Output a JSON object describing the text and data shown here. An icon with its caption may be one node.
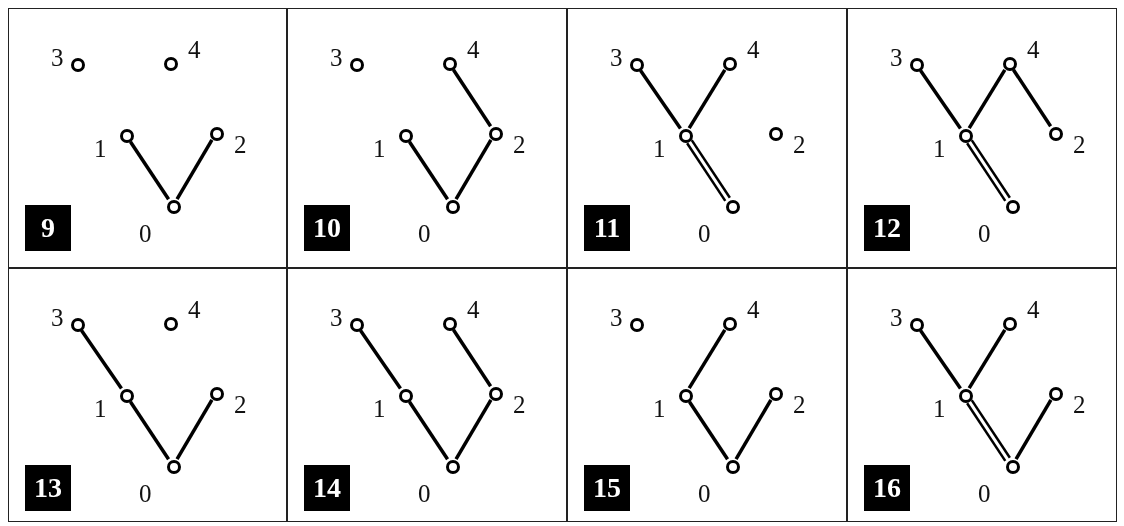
{
  "diagram": {
    "nodes": [
      {
        "text": [
          "9"
        ]
      },
      {
        "text": [],
        "shape": "circle",
        "beside": [
          "3"
        ],
        "in": 0
      },
      {
        "text": [],
        "shape": "circle",
        "beside": [
          "4"
        ],
        "in": 0
      },
      {
        "text": [],
        "shape": "circle",
        "beside": [
          "1"
        ],
        "in": 0
      },
      {
        "text": [],
        "shape": "circle",
        "beside": [
          "2"
        ],
        "in": 0
      },
      {
        "text": [],
        "shape": "circle",
        "beside": [
          "0"
        ],
        "in": 0
      },
      {
        "text": [
          "10"
        ]
      },
      {
        "text": [],
        "shape": "circle",
        "beside": [
          "3"
        ],
        "in": 6
      },
      {
        "text": [],
        "shape": "circle",
        "beside": [
          "4"
        ],
        "in": 6
      },
      {
        "text": [],
        "shape": "circle",
        "beside": [
          "1"
        ],
        "in": 6
      },
      {
        "text": [],
        "shape": "circle",
        "beside": [
          "2"
        ],
        "in": 6
      },
      {
        "text": [],
        "shape": "circle",
        "beside": [
          "0"
        ],
        "in": 6
      },
      {
        "text": [
          "11"
        ]
      },
      {
        "text": [],
        "shape": "circle",
        "beside": [
          "3"
        ],
        "in": 12
      },
      {
        "text": [],
        "shape": "circle",
        "beside": [
          "4"
        ],
        "in": 12
      },
      {
        "text": [],
        "shape": "circle",
        "beside": [
          "1"
        ],
        "in": 12
      },
      {
        "text": [],
        "shape": "circle",
        "beside": [
          "2"
        ],
        "in": 12
      },
      {
        "text": [],
        "shape": "circle",
        "beside": [
          "0"
        ],
        "in": 12
      },
      {
        "text": [
          "12"
        ]
      },
      {
        "text": [],
        "shape": "circle",
        "beside": [
          "3"
        ],
        "in": 18
      },
      {
        "text": [],
        "shape": "circle",
        "beside": [
          "4"
        ],
        "in": 18
      },
      {
        "text": [],
        "shape": "circle",
        "beside": [
          "1"
        ],
        "in": 18
      },
      {
        "text": [],
        "shape": "circle",
        "beside": [
          "2"
        ],
        "in": 18
      },
      {
        "text": [],
        "shape": "circle",
        "beside": [
          "0"
        ],
        "in": 18
      },
      {
        "text": [
          "13"
        ]
      },
      {
        "text": [],
        "shape": "circle",
        "beside": [
          "3"
        ],
        "in": 24
      },
      {
        "text": [],
        "shape": "circle",
        "beside": [
          "4"
        ],
        "in": 24
      },
      {
        "text": [],
        "shape": "circle",
        "beside": [
          "1"
        ],
        "in": 24
      },
      {
        "text": [],
        "shape": "circle",
        "beside": [
          "2"
        ],
        "in": 24
      },
      {
        "text": [],
        "shape": "circle",
        "beside": [
          "0"
        ],
        "in": 24
      },
      {
        "text": [
          "14"
        ]
      },
      {
        "text": [],
        "shape": "circle",
        "beside": [
          "3"
        ],
        "in": 30
      },
      {
        "text": [],
        "shape": "circle",
        "beside": [
          "4"
        ],
        "in": 30
      },
      {
        "text": [],
        "shape": "circle",
        "beside": [
          "1"
        ],
        "in": 30
      },
      {
        "text": [],
        "shape": "circle",
        "beside": [
          "2"
        ],
        "in": 30
      },
      {
        "text": [],
        "shape": "circle",
        "beside": [
          "0"
        ],
        "in": 30
      },
      {
        "text": [
          "15"
        ]
      },
      {
        "text": [],
        "shape": "circle",
        "beside": [
          "3"
        ],
        "in": 36
      },
      {
        "text": [],
        "shape": "circle",
        "beside": [
          "4"
        ],
        "in": 36
      },
      {
        "text": [],
        "shape": "circle",
        "beside": [
          "1"
        ],
        "in": 36
      },
      {
        "text": [],
        "shape": "circle",
        "beside": [
          "2"
        ],
        "in": 36
      },
      {
        "text": [],
        "shape": "circle",
        "beside": [
          "0"
        ],
        "in": 36
      },
      {
        "text": [
          "16"
        ]
      },
      {
        "text": [],
        "shape": "circle",
        "beside": [
          "3"
        ],
        "in": 42
      },
      {
        "text": [],
        "shape": "circle",
        "beside": [
          "4"
        ],
        "in": 42
      },
      {
        "text": [],
        "shape": "circle",
        "beside": [
          "1"
        ],
        "in": 42
      },
      {
        "text": [],
        "shape": "circle",
        "beside": [
          "2"
        ],
        "in": 42
      },
      {
        "text": [],
        "shape": "circle",
        "beside": [
          "0"
        ],
        "in": 42
      }
    ],
    "edges": [
      {
        "from": 3,
        "to": 5,
        "arrow": "none"
      },
      {
        "from": 5,
        "to": 4,
        "arrow": "none"
      },
      {
        "from": 9,
        "to": 11,
        "arrow": "none"
      },
      {
        "from": 11,
        "to": 10,
        "arrow": "none"
      },
      {
        "from": 10,
        "to": 8,
        "arrow": "none"
      },
      {
        "from": 13,
        "to": 15,
        "arrow": "none"
      },
      {
        "from": 15,
        "to": 14,
        "arrow": "none"
      },
      {
        "from": 15,
        "to": 17,
        "arrow": "none"
      },
      {
        "from": 15,
        "to": 17,
        "arrow": "none"
      },
      {
        "from": 19,
        "to": 21,
        "arrow": "none"
      },
      {
        "from": 21,
        "to": 20,
        "arrow": "none"
      },
      {
        "from": 20,
        "to": 22,
        "arrow": "none"
      },
      {
        "from": 21,
        "to": 23,
        "arrow": "none"
      },
      {
        "from": 21,
        "to": 23,
        "arrow": "none"
      },
      {
        "from": 25,
        "to": 27,
        "arrow": "none"
      },
      {
        "from": 27,
        "to": 29,
        "arrow": "none"
      },
      {
        "from": 29,
        "to": 28,
        "arrow": "none"
      },
      {
        "from": 31,
        "to": 33,
        "arrow": "none"
      },
      {
        "from": 33,
        "to": 35,
        "arrow": "none"
      },
      {
        "from": 35,
        "to": 34,
        "arrow": "none"
      },
      {
        "from": 34,
        "to": 32,
        "arrow": "none"
      },
      {
        "from": 39,
        "to": 38,
        "arrow": "none"
      },
      {
        "from": 39,
        "to": 41,
        "arrow": "none"
      },
      {
        "from": 41,
        "to": 40,
        "arrow": "none"
      },
      {
        "from": 43,
        "to": 45,
        "arrow": "none"
      },
      {
        "from": 45,
        "to": 44,
        "arrow": "none"
      },
      {
        "from": 45,
        "to": 47,
        "arrow": "none"
      },
      {
        "from": 45,
        "to": 47,
        "arrow": "none"
      },
      {
        "from": 47,
        "to": 46,
        "arrow": "none"
      }
    ]
  }
}
